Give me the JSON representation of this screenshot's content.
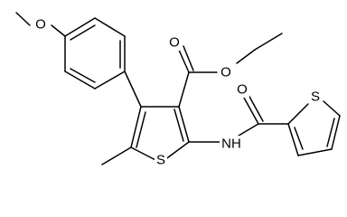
{
  "molecule": {
    "atoms": {
      "o_methoxy": "O",
      "o_carbonyl_ester": "O",
      "o_ester": "O",
      "o_amide": "O",
      "n_amide": "NH",
      "s_core": "S",
      "s_thienyl": "S"
    }
  },
  "colors": {
    "bond": "#000000",
    "label": "#000000",
    "background": "#ffffff"
  }
}
